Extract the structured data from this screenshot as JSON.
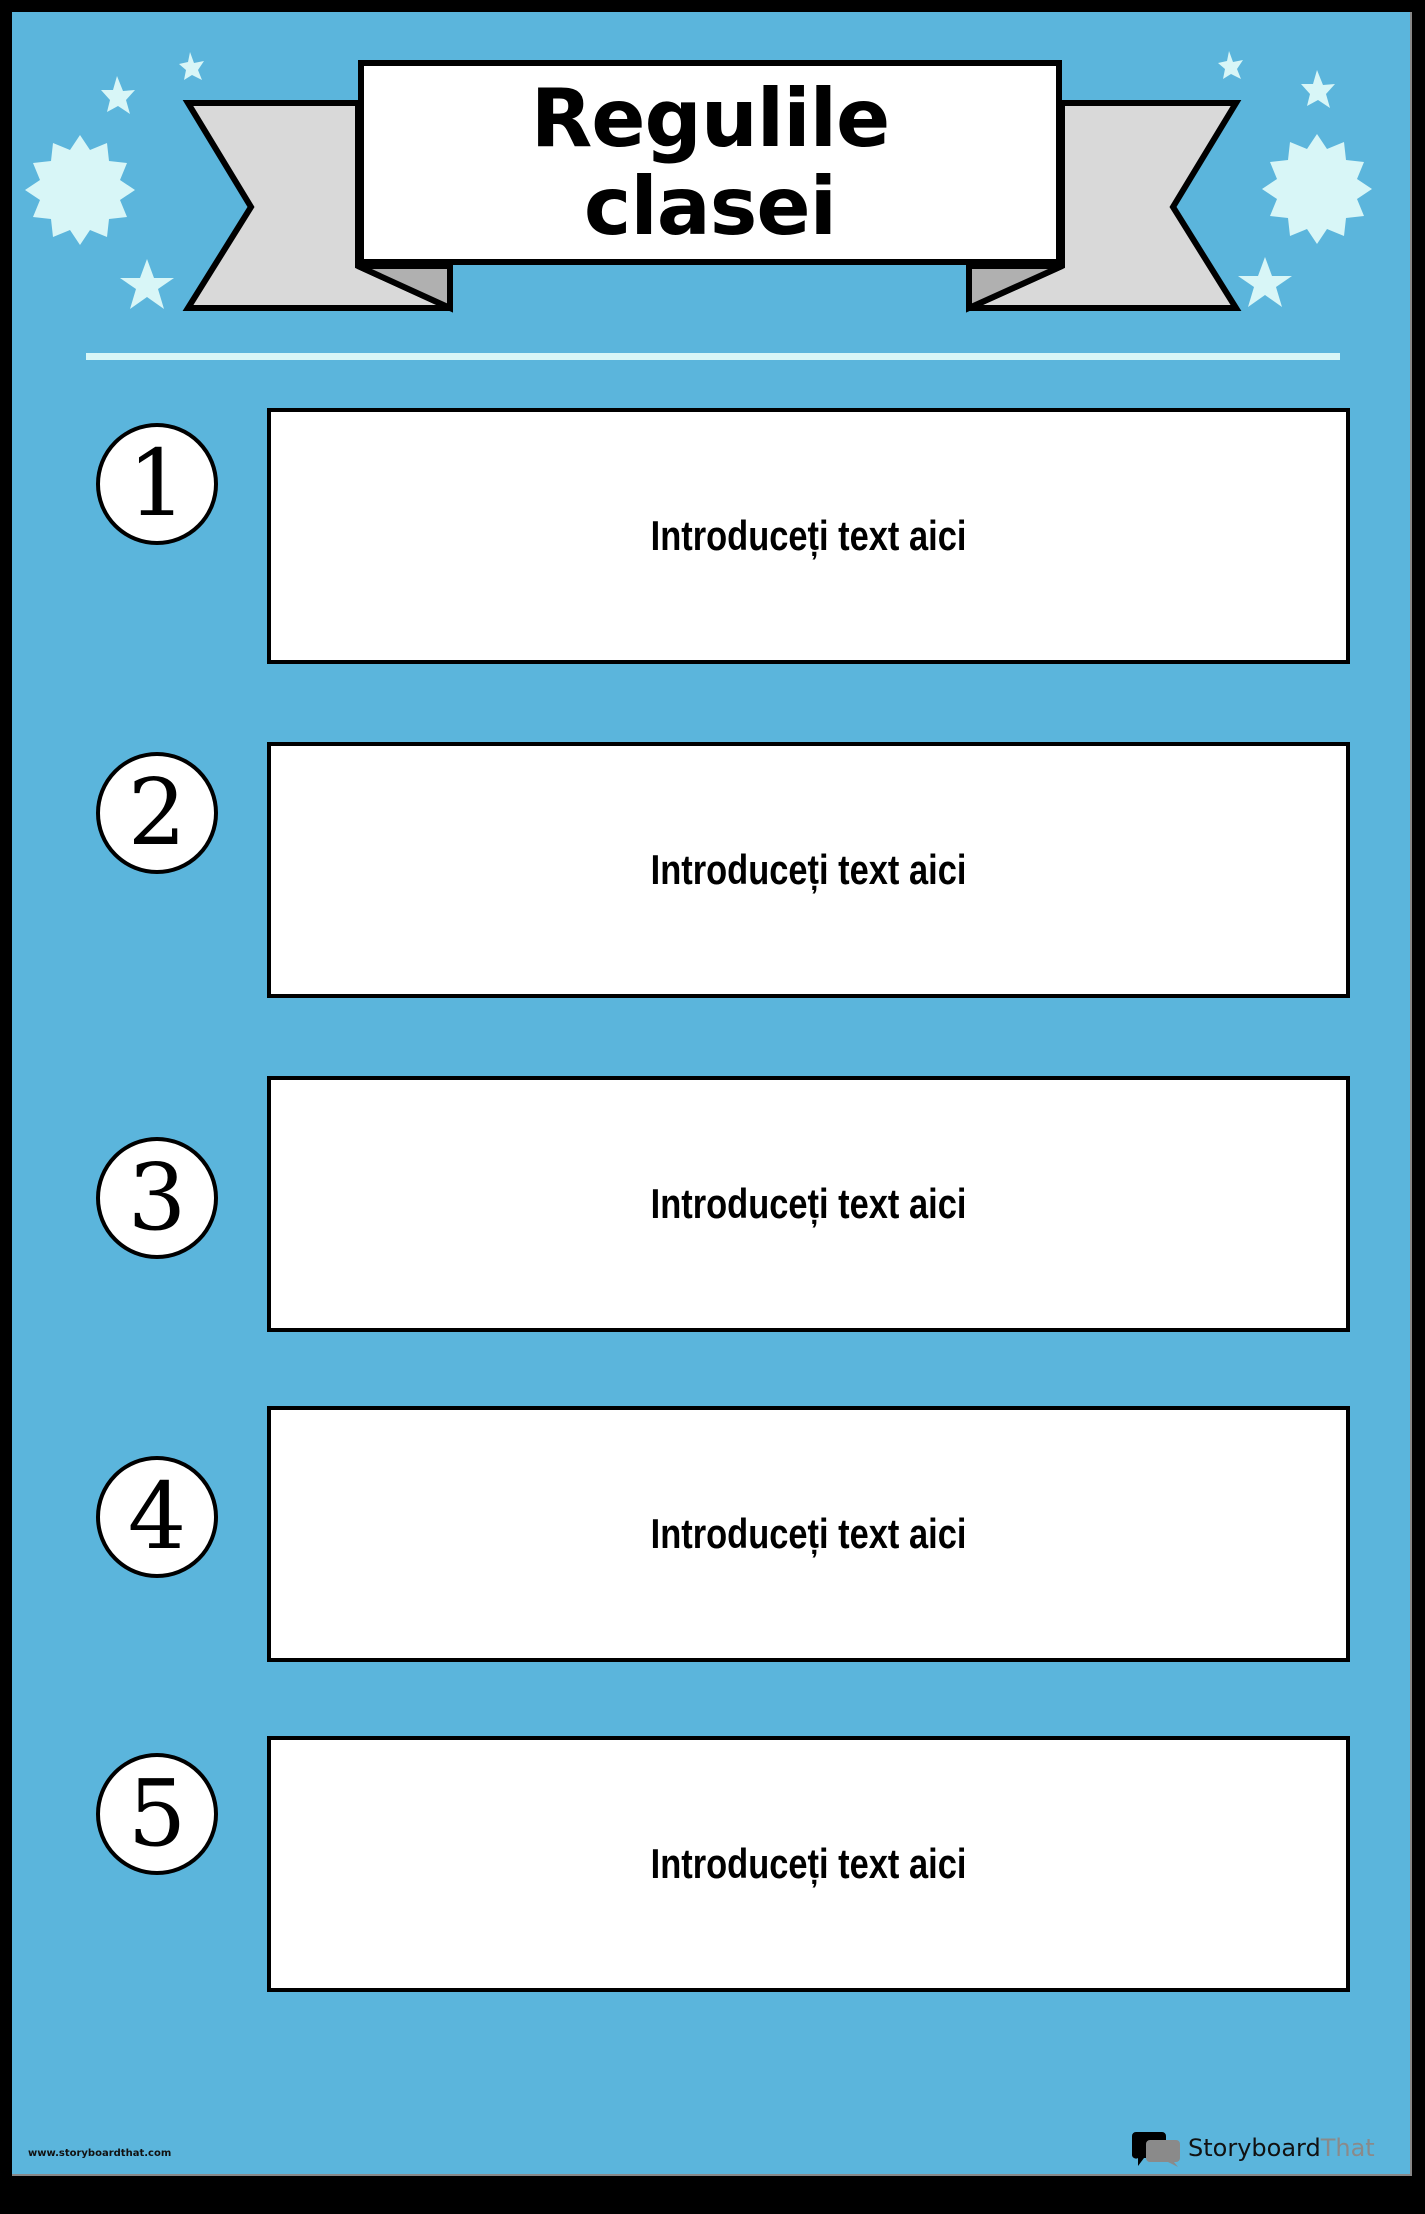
{
  "poster": {
    "title_line1": "Regulile",
    "title_line2": "clasei",
    "background_color": "#5bb5dc",
    "accent_color": "#d8f6f7",
    "ribbon_color": "#d9d9d9",
    "ribbon_fold_color": "#b0b0b0"
  },
  "rules": [
    {
      "number": "1",
      "text": "Introduceți text aici"
    },
    {
      "number": "2",
      "text": "Introduceți text aici"
    },
    {
      "number": "3",
      "text": "Introduceți text aici"
    },
    {
      "number": "4",
      "text": "Introduceți text aici"
    },
    {
      "number": "5",
      "text": "Introduceți text aici"
    }
  ],
  "footer": {
    "url": "www.storyboardthat.com",
    "logo_part1": "Storyboard",
    "logo_part2": "That"
  },
  "decorations": [
    "star-icon",
    "starburst-icon",
    "ribbon-banner"
  ]
}
